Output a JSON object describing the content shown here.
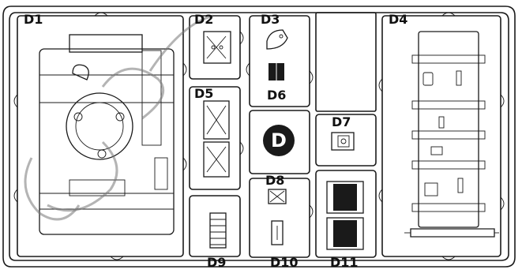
{
  "sprue": {
    "letter": "D",
    "part_labels": {
      "d1": "D1",
      "d2": "D2",
      "d3": "D3",
      "d4": "D4",
      "d5": "D5",
      "d6": "D6",
      "d7": "D7",
      "d8": "D8",
      "d9": "D9",
      "d10": "D10",
      "d11": "D11"
    }
  },
  "colors": {
    "ink": "#1a1a1a",
    "paper": "#ffffff",
    "watermark": "#777777"
  }
}
